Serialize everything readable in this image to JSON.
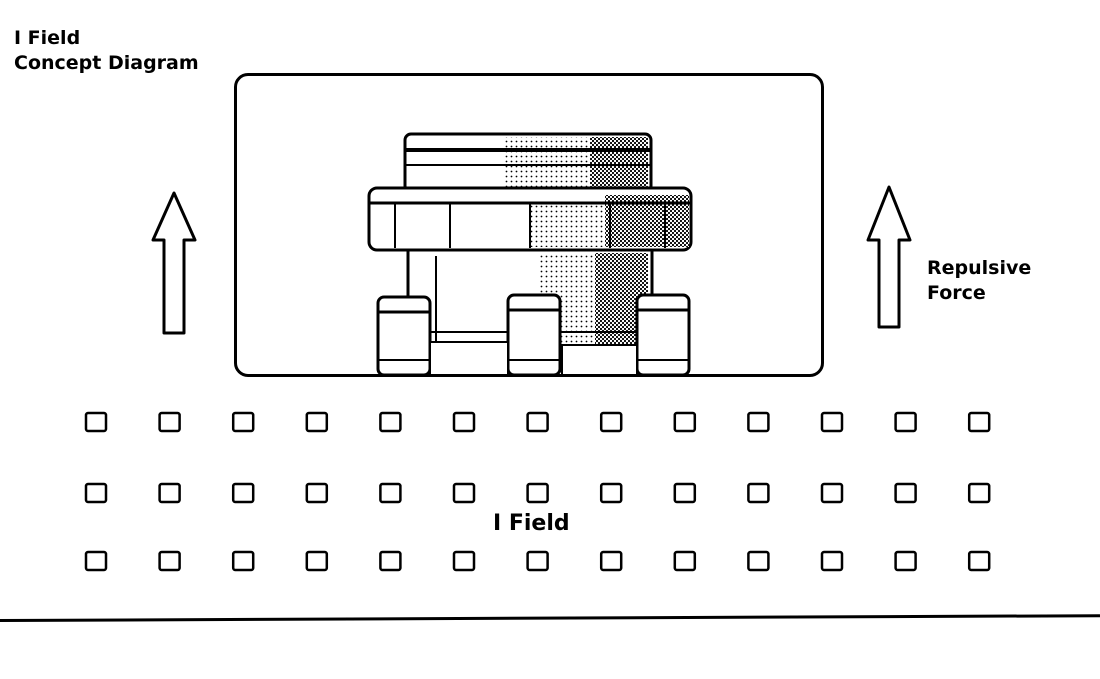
{
  "diagram": {
    "title_line1": "I Field",
    "title_line2": "Concept Diagram",
    "force_label_line1": "Repulsive",
    "force_label_line2": "Force",
    "field_label": "I Field",
    "field_grid": {
      "rows": 3,
      "columns": 13
    }
  }
}
